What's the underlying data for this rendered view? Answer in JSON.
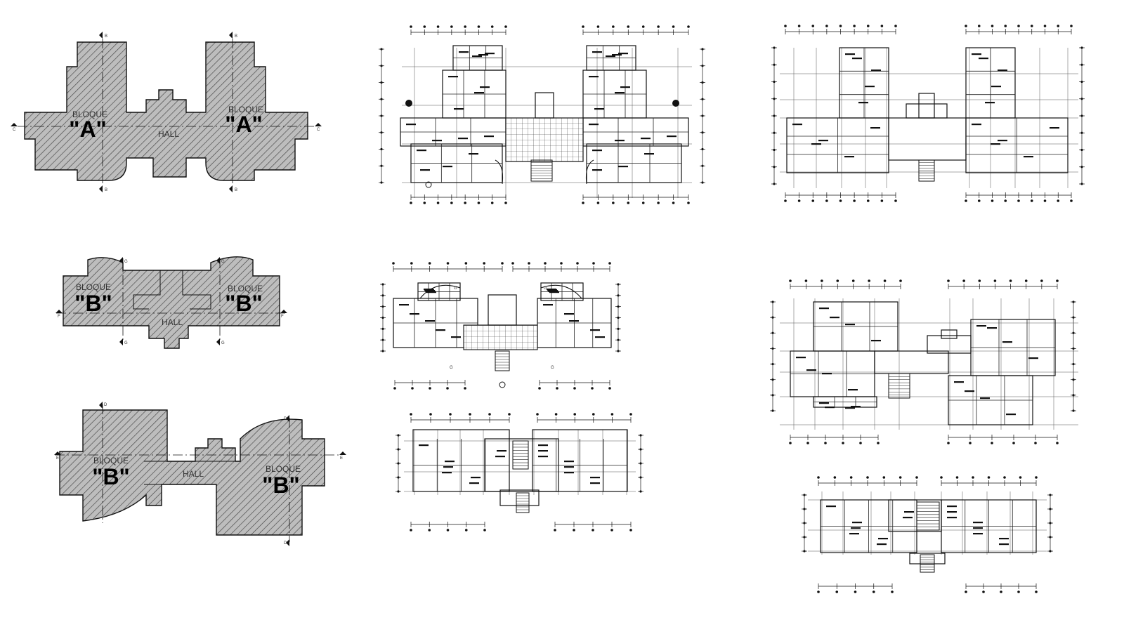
{
  "mass_plans": {
    "block_a": {
      "left_label": "BLOQUE",
      "left_letter": "\"A\"",
      "right_label": "BLOQUE",
      "right_letter": "\"A\"",
      "hall": "HALL",
      "cut_v": "B",
      "cut_h": "C"
    },
    "block_b_upper": {
      "left_label": "BLOQUE",
      "left_letter": "\"B\"",
      "right_label": "BLOQUE",
      "right_letter": "\"B\"",
      "hall": "HALL",
      "cut_v": "G",
      "cut_h": "F"
    },
    "block_b_lower": {
      "left_label": "BLOQUE",
      "left_letter": "\"B\"",
      "right_label": "BLOQUE",
      "right_letter": "\"B\"",
      "hall": "HALL",
      "cut_v": "D",
      "cut_h": "E"
    }
  },
  "floor_plan_cut": "G",
  "colors": {
    "ink": "#111111",
    "paper": "#ffffff",
    "hatch": "#444444"
  }
}
